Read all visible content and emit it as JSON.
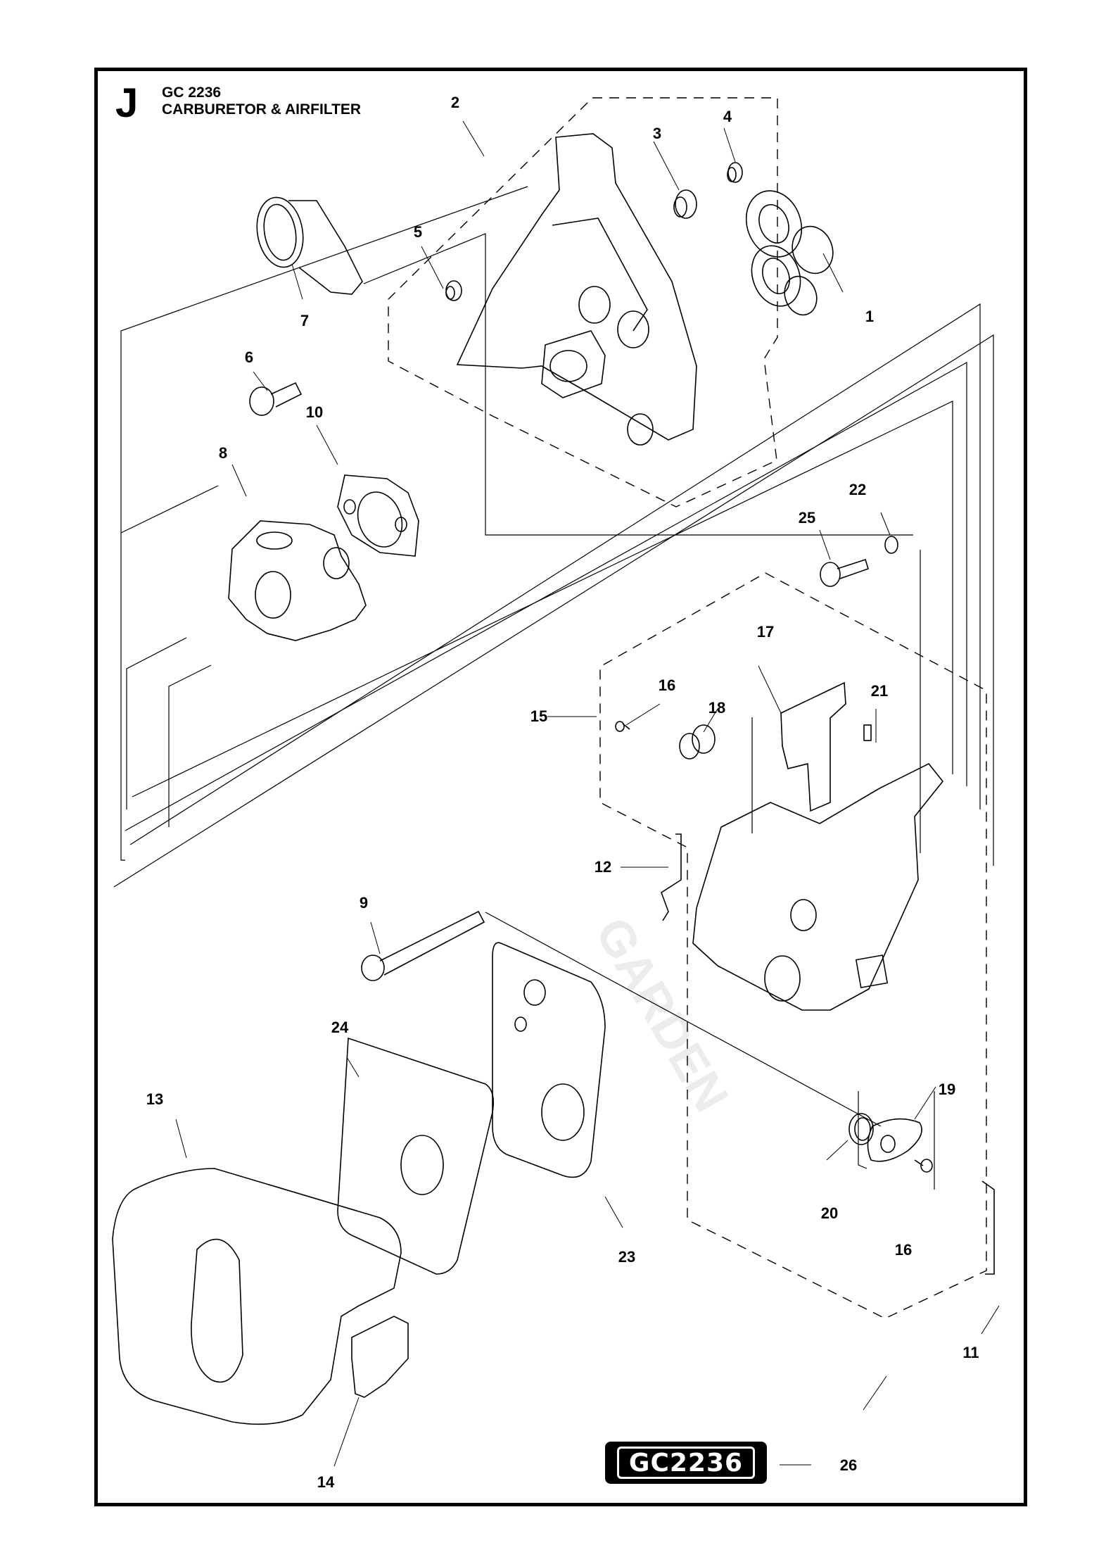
{
  "header": {
    "section_letter": "J",
    "model": "GC 2236",
    "title": "CARBURETOR & AIRFILTER"
  },
  "watermark": {
    "text": "GARDEN"
  },
  "badge": {
    "text": "GC2236"
  },
  "callouts": [
    {
      "id": "1",
      "label": "1"
    },
    {
      "id": "2",
      "label": "2"
    },
    {
      "id": "3",
      "label": "3"
    },
    {
      "id": "4",
      "label": "4"
    },
    {
      "id": "5",
      "label": "5"
    },
    {
      "id": "6",
      "label": "6"
    },
    {
      "id": "7",
      "label": "7"
    },
    {
      "id": "8",
      "label": "8"
    },
    {
      "id": "9",
      "label": "9"
    },
    {
      "id": "10",
      "label": "10"
    },
    {
      "id": "11",
      "label": "11"
    },
    {
      "id": "12",
      "label": "12"
    },
    {
      "id": "13",
      "label": "13"
    },
    {
      "id": "14",
      "label": "14"
    },
    {
      "id": "15",
      "label": "15"
    },
    {
      "id": "16a",
      "label": "16"
    },
    {
      "id": "16b",
      "label": "16"
    },
    {
      "id": "17",
      "label": "17"
    },
    {
      "id": "18",
      "label": "18"
    },
    {
      "id": "19",
      "label": "19"
    },
    {
      "id": "20",
      "label": "20"
    },
    {
      "id": "21",
      "label": "21"
    },
    {
      "id": "22",
      "label": "22"
    },
    {
      "id": "23",
      "label": "23"
    },
    {
      "id": "24",
      "label": "24"
    },
    {
      "id": "25",
      "label": "25"
    },
    {
      "id": "26",
      "label": "26"
    }
  ]
}
